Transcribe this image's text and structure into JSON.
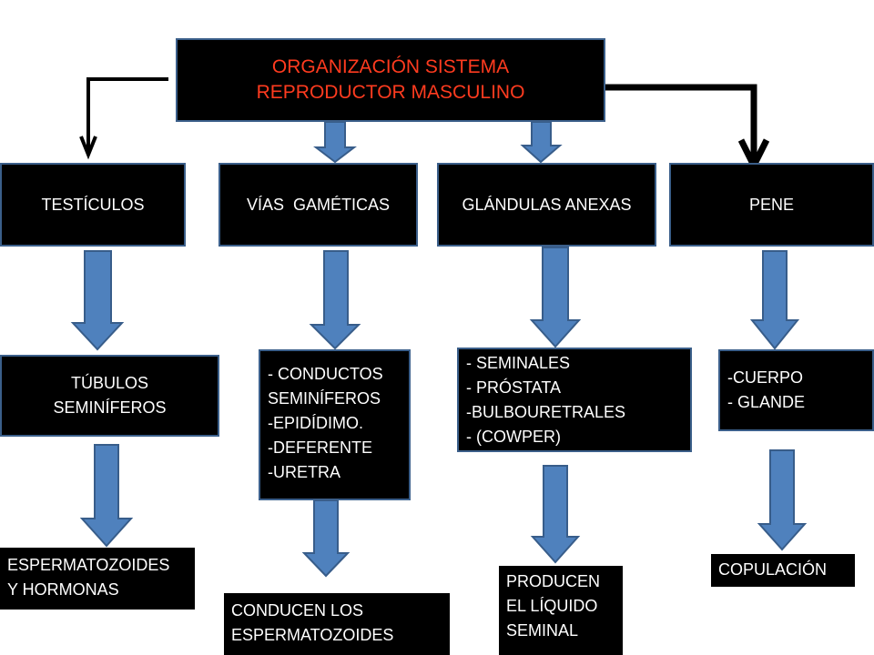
{
  "title": {
    "line1": "ORGANIZACIÓN SISTEMA",
    "line2": "REPRODUCTOR MASCULINO"
  },
  "categories": {
    "testiculos": "TESTÍCULOS",
    "vias": "VÍAS  GAMÉTICAS",
    "glandulas": "GLÁNDULAS ANEXAS",
    "pene": "PENE"
  },
  "components": {
    "testiculos": {
      "line1": "TÚBULOS",
      "line2": "SEMINÍFEROS"
    },
    "vias": [
      "- CONDUCTOS",
      "SEMINÍFEROS",
      "-EPIDÍDIMO.",
      "-DEFERENTE",
      "-URETRA"
    ],
    "glandulas": [
      "- SEMINALES",
      "- PRÓSTATA",
      "-BULBOURETRALES",
      "- (COWPER)"
    ],
    "pene": [
      "-CUERPO",
      "- GLANDE"
    ]
  },
  "functions": {
    "testiculos": [
      "ESPERMATOZOIDES",
      "Y HORMONAS"
    ],
    "vias": [
      "CONDUCEN LOS",
      "ESPERMATOZOIDES"
    ],
    "glandulas": [
      "PRODUCEN",
      "EL LÍQUIDO",
      "SEMINAL"
    ],
    "pene": "COPULACIÓN"
  },
  "colors": {
    "box_fill": "#000000",
    "box_border": "#3b5f8a",
    "title_text": "#ff3b1f",
    "text": "#ffffff",
    "arrow_fill": "#4f81bd",
    "arrow_stroke": "#385d8a"
  }
}
